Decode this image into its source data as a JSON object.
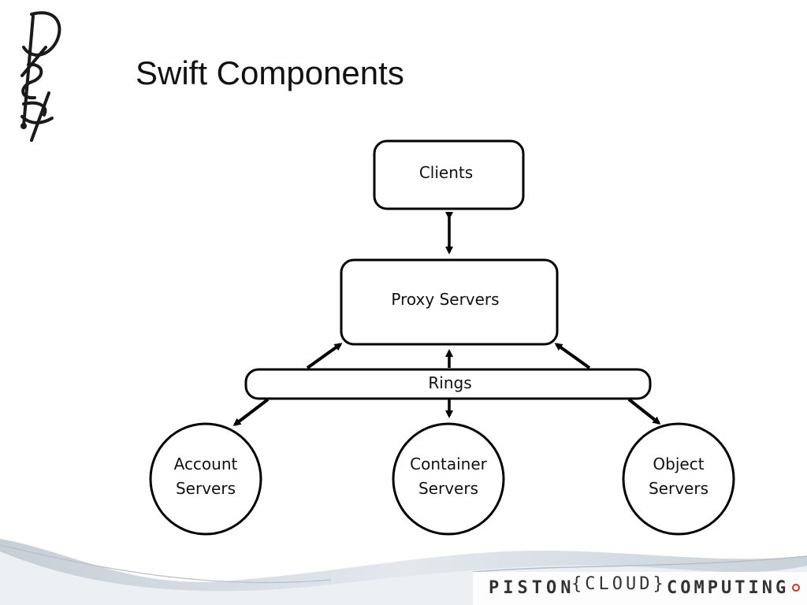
{
  "slide": {
    "title": "Swift Components"
  },
  "diagram": {
    "nodes": {
      "clients": "Clients",
      "proxy": "Proxy Servers",
      "rings": "Rings",
      "account_line1": "Account",
      "account_line2": "Servers",
      "container_line1": "Container",
      "container_line2": "Servers",
      "object_line1": "Object",
      "object_line2": "Servers"
    }
  },
  "footer": {
    "piston": "PISTON",
    "cloud": "{CLOUD}",
    "computing": "COMPUTING",
    "accent_color": "#c0392b"
  },
  "logo": {
    "icon": "piston-signature-logo"
  }
}
